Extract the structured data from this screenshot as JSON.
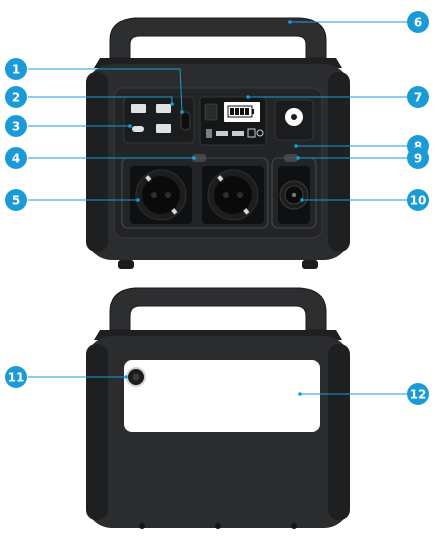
{
  "colors": {
    "callout": "#1a9bd7",
    "body": "#2b2c2e",
    "body_dark": "#1c1d1f",
    "panel": "#242527",
    "lcd_screen": "#ffffff",
    "rear_label": "#ffffff"
  },
  "callouts": [
    {
      "number": "1",
      "target": "power-button"
    },
    {
      "number": "2",
      "target": "usb-a-ports-upper"
    },
    {
      "number": "3",
      "target": "usb-c-and-usb-a-ports-lower"
    },
    {
      "number": "4",
      "target": "ac-power-button"
    },
    {
      "number": "5",
      "target": "ac-outlets"
    },
    {
      "number": "6",
      "target": "carry-handle"
    },
    {
      "number": "7",
      "target": "lcd-display"
    },
    {
      "number": "8",
      "target": "dc-input-port"
    },
    {
      "number": "9",
      "target": "car-outlet-button"
    },
    {
      "number": "10",
      "target": "car-outlet"
    },
    {
      "number": "11",
      "target": "rear-port"
    },
    {
      "number": "12",
      "target": "rear-label-area"
    }
  ]
}
